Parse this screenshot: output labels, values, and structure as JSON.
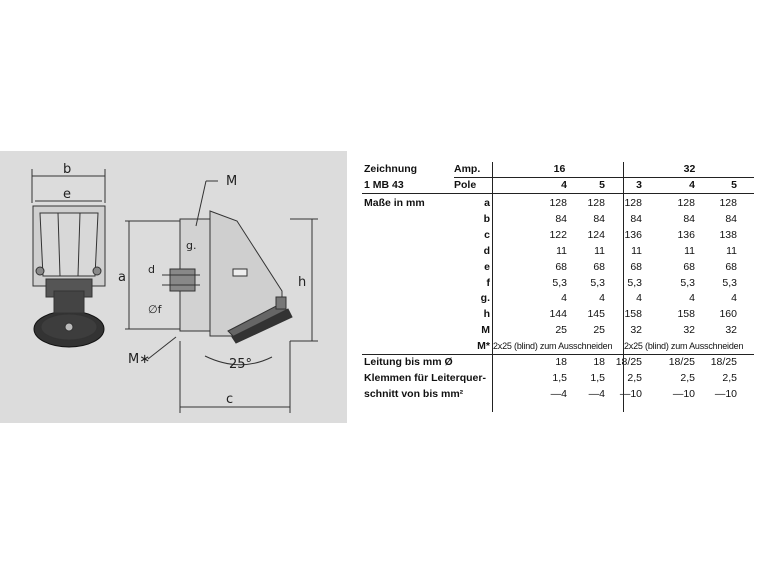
{
  "drawing": {
    "labels": {
      "b": "b",
      "e": "e",
      "M": "M",
      "a": "a",
      "g": "g.",
      "d": "d",
      "f": "∅f",
      "h": "h",
      "Mstar": "M∗",
      "angle": "25°",
      "c": "c"
    }
  },
  "table": {
    "header": {
      "zeichnung": "Zeichnung",
      "amp_label": "Amp.",
      "amp_16": "16",
      "amp_32": "32",
      "model": "1 MB 43",
      "pole_label": "Pole",
      "poles": [
        "4",
        "5",
        "3",
        "4",
        "5"
      ]
    },
    "section_label": "Maße in mm",
    "rows": [
      {
        "key": "a",
        "values": [
          "128",
          "128",
          "128",
          "128",
          "128"
        ]
      },
      {
        "key": "b",
        "values": [
          "84",
          "84",
          "84",
          "84",
          "84"
        ]
      },
      {
        "key": "c",
        "values": [
          "122",
          "124",
          "136",
          "136",
          "138"
        ]
      },
      {
        "key": "d",
        "values": [
          "11",
          "11",
          "11",
          "11",
          "11"
        ]
      },
      {
        "key": "e",
        "values": [
          "68",
          "68",
          "68",
          "68",
          "68"
        ]
      },
      {
        "key": "f",
        "values": [
          "5,3",
          "5,3",
          "5,3",
          "5,3",
          "5,3"
        ]
      },
      {
        "key": "g.",
        "values": [
          "4",
          "4",
          "4",
          "4",
          "4"
        ]
      },
      {
        "key": "h",
        "values": [
          "144",
          "145",
          "158",
          "158",
          "160"
        ]
      },
      {
        "key": "M",
        "values": [
          "25",
          "25",
          "32",
          "32",
          "32"
        ]
      }
    ],
    "mstar": {
      "key": "M*",
      "text_16": "2x25 (blind) zum Ausschneiden",
      "text_32": "2x25 (blind) zum Ausschneiden"
    },
    "leitung": {
      "label": "Leitung bis mm Ø",
      "values": [
        "18",
        "18",
        "18/25",
        "18/25",
        "18/25"
      ]
    },
    "klemmen": {
      "label1": "Klemmen für Leiterquer-",
      "label2": "schnitt von bis mm²",
      "values1": [
        "1,5",
        "1,5",
        "2,5",
        "2,5",
        "2,5"
      ],
      "values2": [
        "—4",
        "—4",
        "—10",
        "—10",
        "—10"
      ]
    }
  }
}
